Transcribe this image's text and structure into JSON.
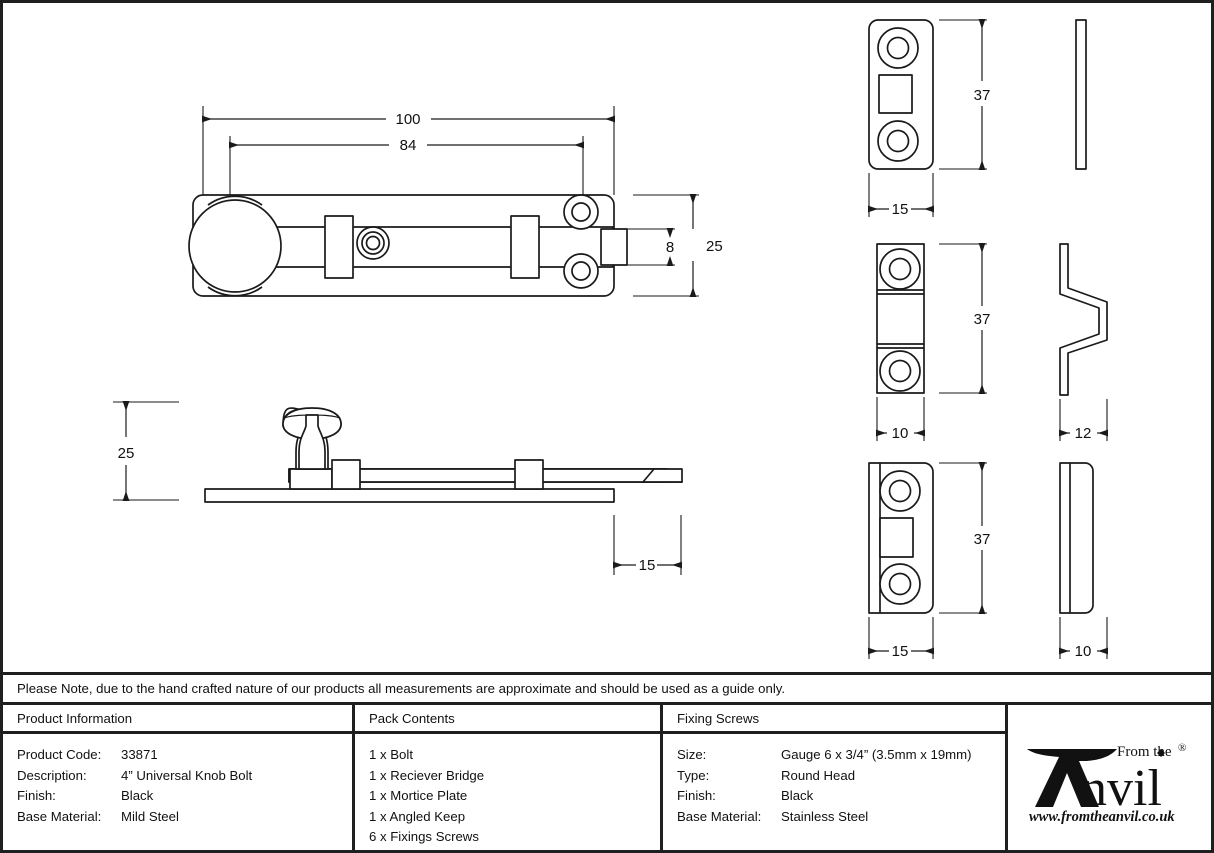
{
  "sheet": {
    "note": "Please Note, due to the hand crafted nature of our products all measurements are approximate and should be used as a guide only."
  },
  "columns": {
    "product_information": {
      "header": "Product Information",
      "rows": [
        {
          "label": "Product Code:",
          "value": "33871"
        },
        {
          "label": "Description:",
          "value": "4” Universal Knob Bolt"
        },
        {
          "label": "Finish:",
          "value": "Black"
        },
        {
          "label": "Base Material:",
          "value": "Mild Steel"
        }
      ]
    },
    "pack_contents": {
      "header": "Pack Contents",
      "items": [
        "1 x Bolt",
        "1 x Reciever Bridge",
        "1 x Mortice Plate",
        "1 x Angled Keep",
        "6 x Fixings Screws"
      ]
    },
    "fixing_screws": {
      "header": "Fixing Screws",
      "rows": [
        {
          "label": "Size:",
          "value": "Gauge 6 x 3/4” (3.5mm x 19mm)"
        },
        {
          "label": "Type:",
          "value": "Round Head"
        },
        {
          "label": "Finish:",
          "value": "Black"
        },
        {
          "label": "Base Material:",
          "value": "Stainless Steel"
        }
      ]
    },
    "brand": {
      "header": "",
      "line_top": "From the",
      "wordmark": "Anvil",
      "registered": "®",
      "url": "www.fromtheanvil.co.uk"
    }
  },
  "drawing": {
    "bolt_plan": {
      "name": "bolt-plan-view",
      "dim_overall_length": "100",
      "dim_bolt_length": "84",
      "dim_plate_height": "25",
      "dim_bolt_thickness": "8"
    },
    "bolt_elevation": {
      "name": "bolt-side-elevation",
      "dim_height": "25",
      "dim_knob_offset": "15"
    },
    "mortice_plate": {
      "name": "mortice-plate",
      "dim_height": "37",
      "dim_width": "15"
    },
    "receiver_bridge": {
      "name": "receiver-bridge",
      "dim_height": "37",
      "dim_width": "10",
      "dim_side_width": "12"
    },
    "angled_keep": {
      "name": "angled-keep",
      "dim_height": "37",
      "dim_width": "15",
      "dim_side_width": "10"
    }
  },
  "colors": {
    "line": "#1a1a1a",
    "frame": "#1f1f1f",
    "paper": "#ffffff"
  }
}
